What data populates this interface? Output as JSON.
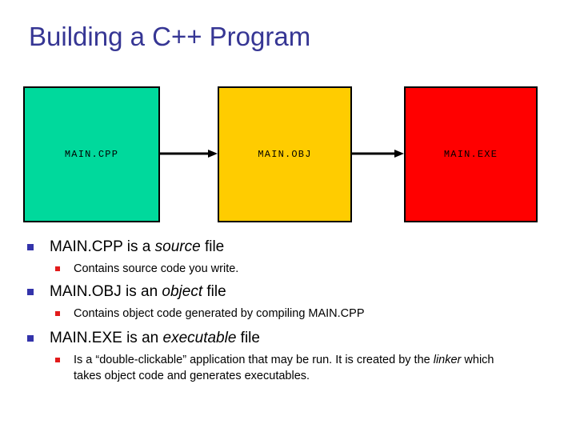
{
  "slide": {
    "title": "Building a C++ Program",
    "title_color": "#363694",
    "background": "#ffffff"
  },
  "diagram": {
    "type": "flow",
    "boxes": [
      {
        "label": "MAIN.CPP",
        "fill": "#00D99C",
        "border": "#000000",
        "text_color": "#000000"
      },
      {
        "label": "MAIN.OBJ",
        "fill": "#FFCC00",
        "border": "#000000",
        "text_color": "#000000"
      },
      {
        "label": "MAIN.EXE",
        "fill": "#FF0000",
        "border": "#000000",
        "text_color": "#000000"
      }
    ],
    "arrows": [
      {
        "from": "MAIN.CPP",
        "to": "MAIN.OBJ",
        "color": "#000000"
      },
      {
        "from": "MAIN.OBJ",
        "to": "MAIN.EXE",
        "color": "#000000"
      }
    ]
  },
  "bullets": {
    "level1_marker_color": "#3333AA",
    "level2_marker_color": "#E21B1B",
    "groups": [
      {
        "main_pre": "MAIN.CPP is a ",
        "main_em": "source",
        "main_post": " file",
        "sub": [
          {
            "pre": "Contains source code you write.",
            "em": "",
            "post": ""
          }
        ]
      },
      {
        "main_pre": "MAIN.OBJ is an ",
        "main_em": "object",
        "main_post": " file",
        "sub": [
          {
            "pre": "Contains object code generated by compiling MAIN.CPP",
            "em": "",
            "post": ""
          }
        ]
      },
      {
        "main_pre": "MAIN.EXE is an ",
        "main_em": "executable",
        "main_post": " file",
        "sub": [
          {
            "pre": "Is a “double-clickable” application that may be run.  It is created by the ",
            "em": "linker",
            "post": " which takes object code and generates executables."
          }
        ]
      }
    ]
  }
}
